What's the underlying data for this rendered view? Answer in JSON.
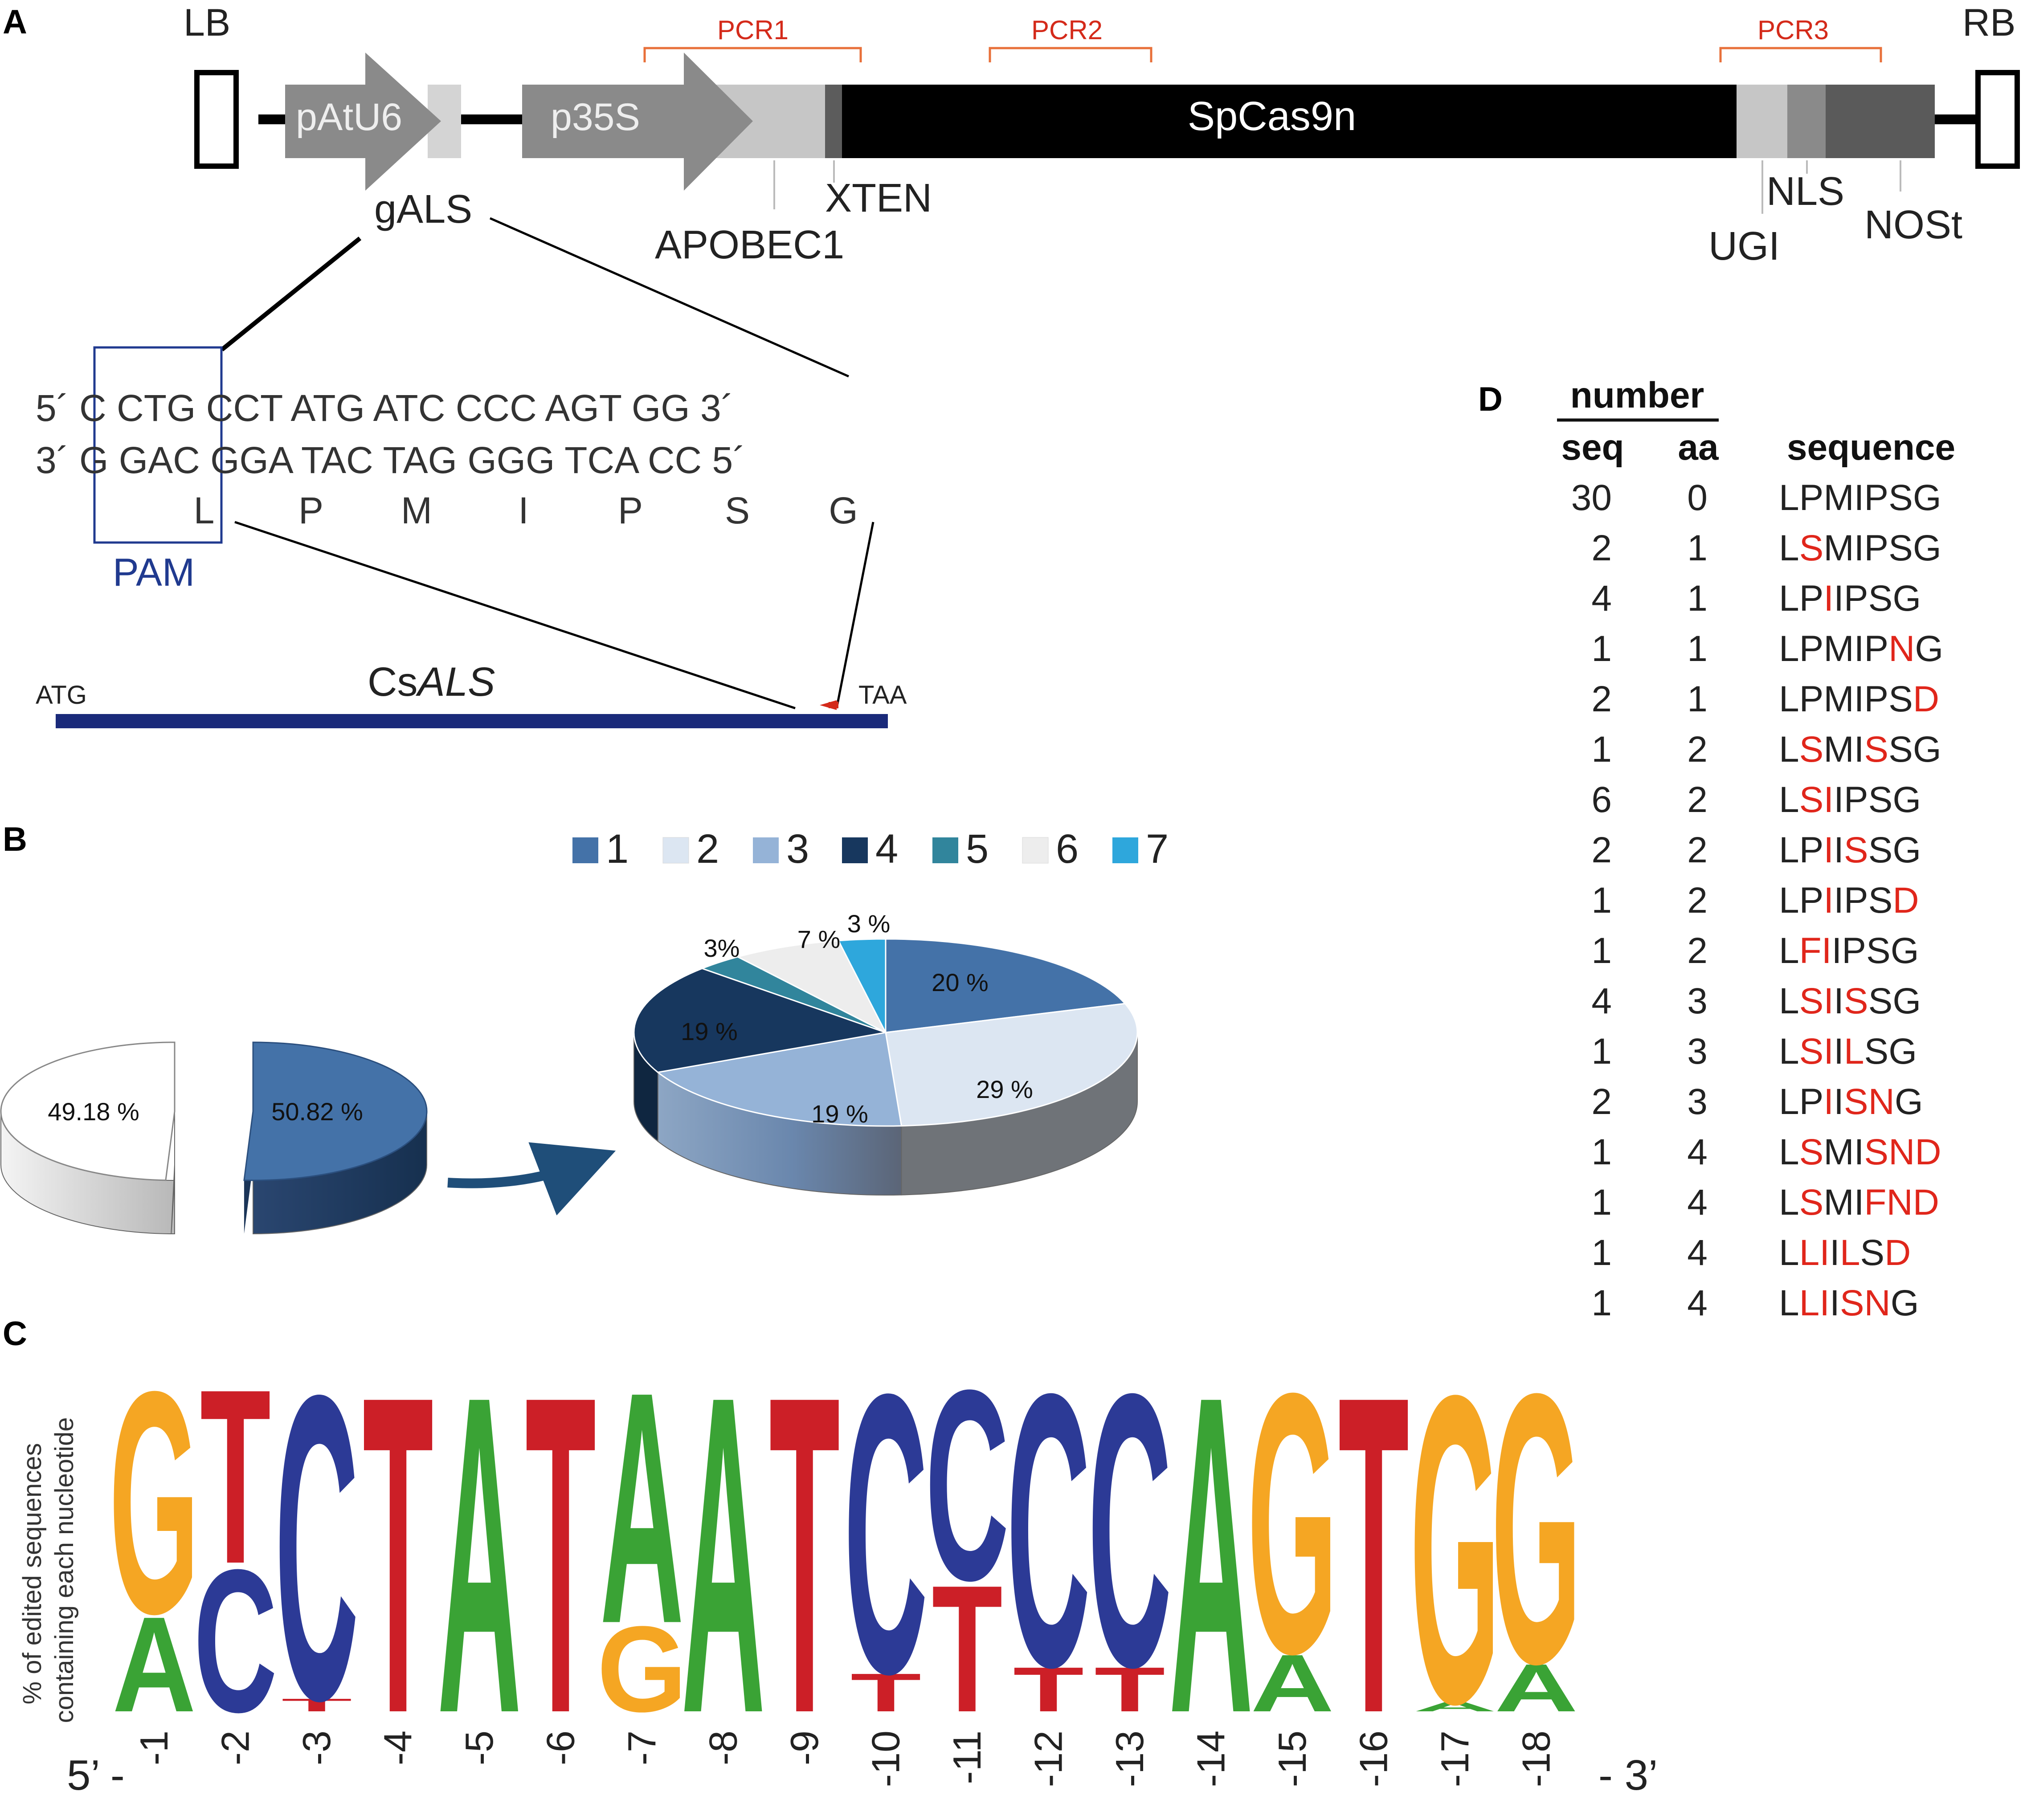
{
  "panels": {
    "a": "A",
    "b": "B",
    "c": "C",
    "d": "D"
  },
  "construct": {
    "lb": "LB",
    "rb": "RB",
    "patu6": "pAtU6",
    "p35s": "p35S",
    "cas9": "SpCas9n",
    "galss": "gALS",
    "xten": "XTEN",
    "apobec": "APOBEC1",
    "nls": "NLS",
    "ugi": "UGI",
    "nost": "NOSt",
    "pcr1": "PCR1",
    "pcr2": "PCR2",
    "pcr3": "PCR3"
  },
  "target": {
    "top_strand": "5´ C CTG CCT ATG ATC CCC AGT GG 3´",
    "bottom_strand": "3´ G GAC GGA TAC TAG GGG TCA CC 5´",
    "aa": [
      "L",
      "P",
      "M",
      "I",
      "P",
      "S",
      "G"
    ],
    "pam": "PAM",
    "gene_prefix": "Cs",
    "gene_italic": "ALS",
    "start": "ATG",
    "stop": "TAA"
  },
  "pie": {
    "legend": [
      "1",
      "2",
      "3",
      "4",
      "5",
      "6",
      "7"
    ],
    "left_values": [
      49.18,
      50.82
    ],
    "left_labels": [
      "49.18 %",
      "50.82 %"
    ],
    "right_values": [
      20,
      29,
      19,
      19,
      3,
      7,
      3
    ],
    "right_labels": [
      "20 %",
      "29 %",
      "19 %",
      "19 %",
      "3%",
      "7 %",
      "3 %"
    ],
    "colors": [
      "#4472a8",
      "#dce6f2",
      "#95b3d7",
      "#17375e",
      "#31859c",
      "#ededed",
      "#2ea7dc"
    ]
  },
  "logo": {
    "ylabel_line1": "% of edited sequences",
    "ylabel_line2": "containing each nucleotide",
    "left_end": "5’ -",
    "right_end": "- 3’",
    "positions": [
      "-1",
      "-2",
      "-3",
      "-4",
      "-5",
      "-6",
      "-7",
      "-8",
      "-9",
      "-10",
      "-11",
      "-12",
      "-13",
      "-14",
      "-15",
      "-16",
      "-17",
      "-18"
    ],
    "colors": {
      "A": "#3aa335",
      "C": "#2c3a96",
      "G": "#f5a623",
      "T": "#cc1f27"
    },
    "columns": [
      [
        {
          "n": "A",
          "f": 0.3
        },
        {
          "n": "G",
          "f": 0.7
        }
      ],
      [
        {
          "n": "C",
          "f": 0.45
        },
        {
          "n": "T",
          "f": 0.55
        }
      ],
      [
        {
          "n": "T",
          "f": 0.04
        },
        {
          "n": "C",
          "f": 0.96
        }
      ],
      [
        {
          "n": "T",
          "f": 1.0
        }
      ],
      [
        {
          "n": "A",
          "f": 1.0
        }
      ],
      [
        {
          "n": "T",
          "f": 1.0
        }
      ],
      [
        {
          "n": "G",
          "f": 0.27
        },
        {
          "n": "A",
          "f": 0.73
        }
      ],
      [
        {
          "n": "A",
          "f": 1.0
        }
      ],
      [
        {
          "n": "T",
          "f": 1.0
        }
      ],
      [
        {
          "n": "T",
          "f": 0.12
        },
        {
          "n": "C",
          "f": 0.88
        }
      ],
      [
        {
          "n": "T",
          "f": 0.4
        },
        {
          "n": "C",
          "f": 0.6
        }
      ],
      [
        {
          "n": "T",
          "f": 0.14
        },
        {
          "n": "C",
          "f": 0.86
        }
      ],
      [
        {
          "n": "T",
          "f": 0.14
        },
        {
          "n": "C",
          "f": 0.86
        }
      ],
      [
        {
          "n": "A",
          "f": 1.0
        }
      ],
      [
        {
          "n": "A",
          "f": 0.18
        },
        {
          "n": "G",
          "f": 0.82
        }
      ],
      [
        {
          "n": "T",
          "f": 1.0
        }
      ],
      [
        {
          "n": "A",
          "f": 0.03
        },
        {
          "n": "G",
          "f": 0.97
        }
      ],
      [
        {
          "n": "A",
          "f": 0.15
        },
        {
          "n": "G",
          "f": 0.85
        }
      ]
    ]
  },
  "table": {
    "group_header": "number",
    "col_seq": "seq",
    "col_aa": "aa",
    "col_sequence": "sequence",
    "rows": [
      {
        "seq": "30",
        "aa": "0",
        "sequence": "LPMIPSG",
        "mut": []
      },
      {
        "seq": "2",
        "aa": "1",
        "sequence": "LSMIPSG",
        "mut": [
          1
        ]
      },
      {
        "seq": "4",
        "aa": "1",
        "sequence": "LPIIPSG",
        "mut": [
          2
        ]
      },
      {
        "seq": "1",
        "aa": "1",
        "sequence": "LPMIPNG",
        "mut": [
          5
        ]
      },
      {
        "seq": "2",
        "aa": "1",
        "sequence": "LPMIPSD",
        "mut": [
          6
        ]
      },
      {
        "seq": "1",
        "aa": "2",
        "sequence": "LSMISSG",
        "mut": [
          1,
          4
        ]
      },
      {
        "seq": "6",
        "aa": "2",
        "sequence": "LSIIPSG",
        "mut": [
          1,
          2
        ]
      },
      {
        "seq": "2",
        "aa": "2",
        "sequence": "LPIISSG",
        "mut": [
          2,
          4
        ]
      },
      {
        "seq": "1",
        "aa": "2",
        "sequence": "LPIIPSD",
        "mut": [
          2,
          6
        ]
      },
      {
        "seq": "1",
        "aa": "2",
        "sequence": "LFIIPSG",
        "mut": [
          1,
          2
        ]
      },
      {
        "seq": "4",
        "aa": "3",
        "sequence": "LSIISSG",
        "mut": [
          1,
          2,
          4
        ]
      },
      {
        "seq": "1",
        "aa": "3",
        "sequence": "LSIILSG",
        "mut": [
          1,
          2,
          4
        ]
      },
      {
        "seq": "2",
        "aa": "3",
        "sequence": "LPIISNG",
        "mut": [
          2,
          4,
          5
        ]
      },
      {
        "seq": "1",
        "aa": "4",
        "sequence": "LSMISND",
        "mut": [
          1,
          4,
          5,
          6
        ]
      },
      {
        "seq": "1",
        "aa": "4",
        "sequence": "LSMIFND",
        "mut": [
          1,
          4,
          5,
          6
        ]
      },
      {
        "seq": "1",
        "aa": "4",
        "sequence": "LLIILSD",
        "mut": [
          1,
          2,
          4,
          6
        ]
      },
      {
        "seq": "1",
        "aa": "4",
        "sequence": "LLIISNG",
        "mut": [
          1,
          2,
          4,
          5
        ]
      }
    ]
  }
}
